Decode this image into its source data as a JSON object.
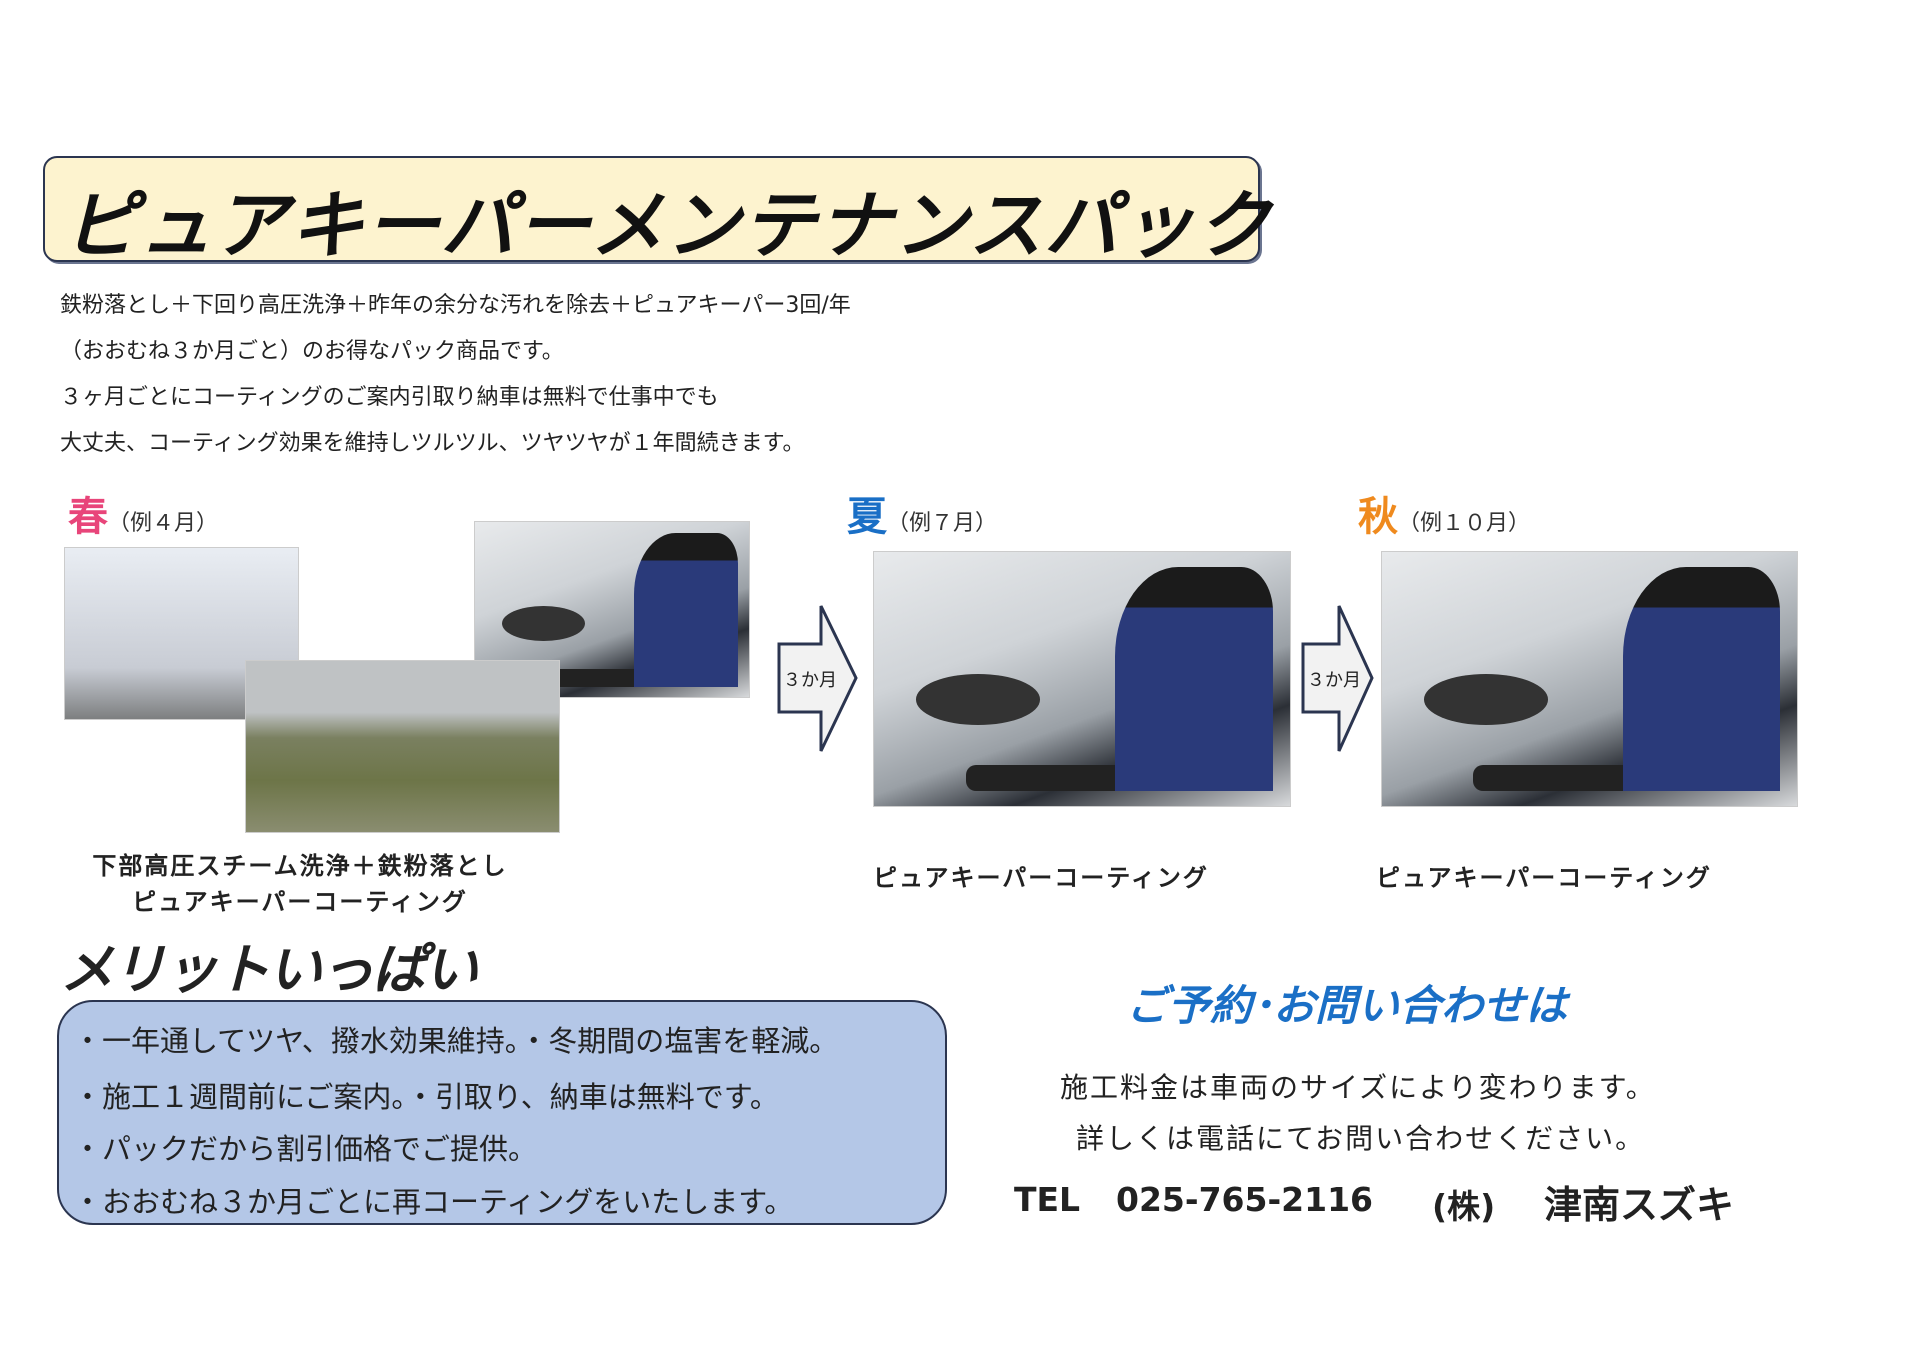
{
  "title": "ピュアキーパーメンテナンスパック",
  "intro": [
    "鉄粉落とし＋下回り高圧洗浄＋昨年の余分な汚れを除去＋ピュアキーパー3回/年",
    "（おおむね３か月ごと）のお得なパック商品です。",
    "３ヶ月ごとにコーティングのご案内引取り納車は無料で仕事中でも",
    "大丈夫、コーティング効果を維持しツルツル、ツヤツヤが１年間続きます。"
  ],
  "seasons": [
    {
      "label": "春",
      "example": "（例４月）",
      "color": "#e8457a",
      "caption": [
        "下部高圧スチーム洗浄＋鉄粉落とし",
        "ピュアキーパーコーティング"
      ]
    },
    {
      "label": "夏",
      "example": "（例７月）",
      "color": "#1a6fc6",
      "caption": [
        "ピュアキーパーコーティング"
      ]
    },
    {
      "label": "秋",
      "example": "（例１０月）",
      "color": "#ef8a1e",
      "caption": [
        "ピュアキーパーコーティング"
      ]
    }
  ],
  "arrows": [
    "３か月",
    "３か月"
  ],
  "merit": {
    "title": "メリットいっぱい",
    "items": [
      "・一年通してツヤ、撥水効果維持。・冬期間の塩害を軽減。",
      "・施工１週間前にご案内。・引取り、納車は無料です。",
      "・パックだから割引価格でご提供。",
      "・おおむね３か月ごとに再コーティングをいたします。"
    ]
  },
  "contact": {
    "title": "ご予約･お問い合わせは",
    "lines": [
      "施工料金は車両のサイズにより変わります。",
      "詳しくは電話にてお問い合わせください。"
    ],
    "tel_label": "TEL",
    "tel": "025-765-2116",
    "company_type": "(株)",
    "company": "津南スズキ"
  }
}
